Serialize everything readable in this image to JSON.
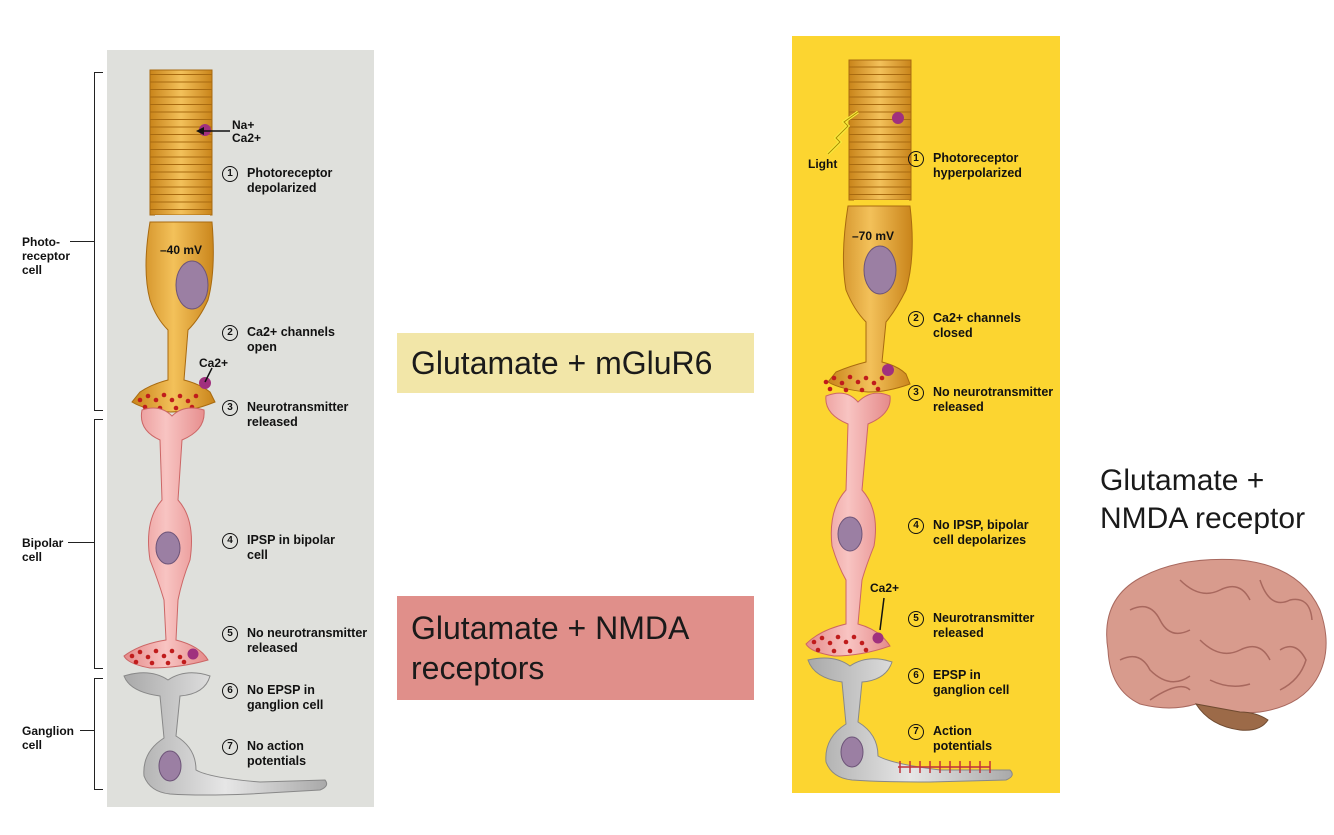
{
  "left_panel": {
    "cell_labels": {
      "photoreceptor": "Photo-\nreceptor\ncell",
      "bipolar": "Bipolar\ncell",
      "ganglion": "Ganglion\ncell"
    },
    "ion_label": "Na+\nCa2+",
    "voltage": "–40 mV",
    "ca_label": "Ca2+",
    "steps": [
      {
        "num": "1",
        "text": "Photoreceptor\ndepolarized"
      },
      {
        "num": "2",
        "text": "Ca2+ channels\nopen"
      },
      {
        "num": "3",
        "text": "Neurotransmitter\nreleased"
      },
      {
        "num": "4",
        "text": "IPSP in bipolar\ncell"
      },
      {
        "num": "5",
        "text": "No neurotransmitter\nreleased"
      },
      {
        "num": "6",
        "text": "No EPSP in\nganglion cell"
      },
      {
        "num": "7",
        "text": "No action\npotentials"
      }
    ]
  },
  "right_panel": {
    "light_label": "Light",
    "voltage": "–70 mV",
    "ca_label": "Ca2+",
    "steps": [
      {
        "num": "1",
        "text": "Photoreceptor\nhyperpolarized"
      },
      {
        "num": "2",
        "text": "Ca2+ channels\nclosed"
      },
      {
        "num": "3",
        "text": "No neurotransmitter\nreleased"
      },
      {
        "num": "4",
        "text": "No IPSP, bipolar\ncell depolarizes"
      },
      {
        "num": "5",
        "text": "Neurotransmitter\nreleased"
      },
      {
        "num": "6",
        "text": "EPSP in\nganglion cell"
      },
      {
        "num": "7",
        "text": "Action\npotentials"
      }
    ]
  },
  "boxes": {
    "mglur6": "Glutamate + mGluR6",
    "nmda": "Glutamate + NMDA\nreceptors"
  },
  "right_title": "Glutamate +\nNMDA receptor",
  "colors": {
    "left_bg": "#dfe0dc",
    "right_bg": "#fcd530",
    "box1": "#f2e6a8",
    "box2": "#e08f8a",
    "photoreceptor": "#e8a935",
    "bipolar": "#f0a3a3",
    "ganglion": "#c9c9c9"
  },
  "icons": {
    "brain": "brain-icon"
  }
}
